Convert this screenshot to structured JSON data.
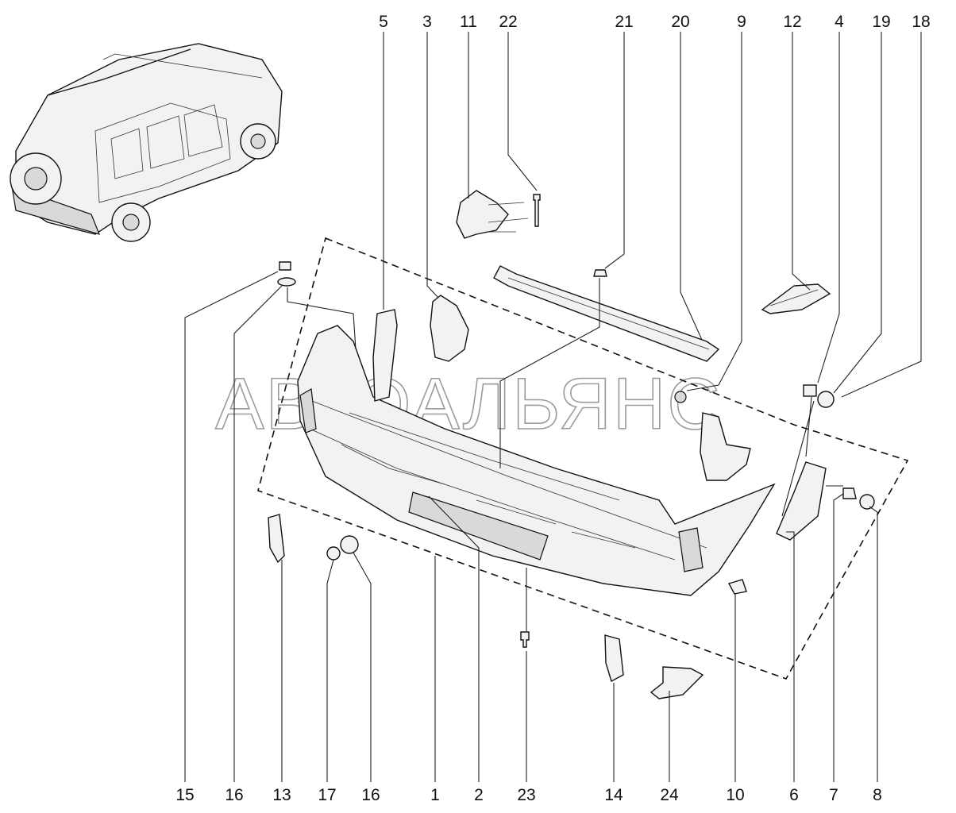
{
  "watermark": "АВТОАЛЬЯНС",
  "callouts_top": [
    "5",
    "3",
    "11",
    "22",
    "21",
    "20",
    "9",
    "12",
    "4",
    "19",
    "18"
  ],
  "callouts_bottom": [
    "15",
    "16",
    "13",
    "17",
    "16",
    "1",
    "2",
    "23",
    "14",
    "24",
    "10",
    "6",
    "7",
    "8"
  ]
}
